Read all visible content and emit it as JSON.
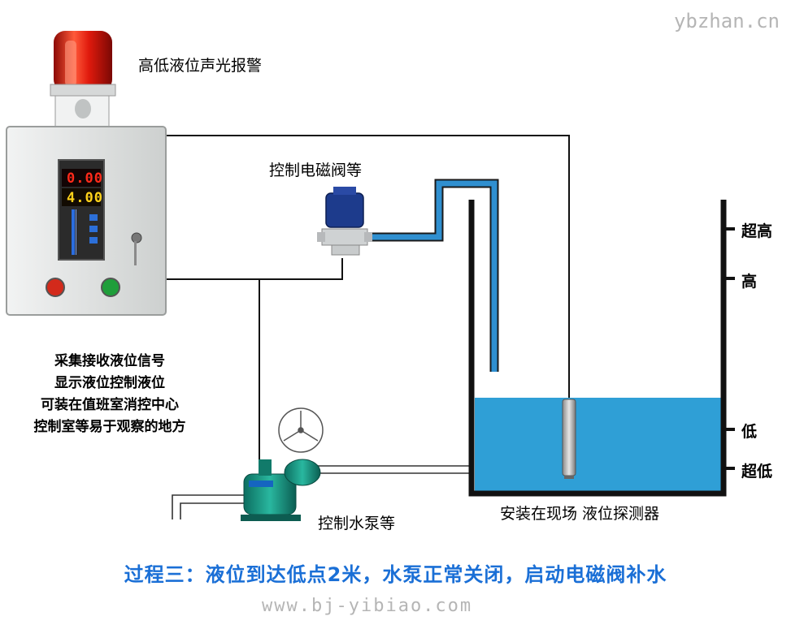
{
  "watermark_top": "ybzhan.cn",
  "watermark_bottom": "www.bj-yibiao.com",
  "labels": {
    "alarm": "高低液位声光报警",
    "valve": "控制电磁阀等",
    "pump": "控制水泵等",
    "sensor": "安装在现场 液位探测器"
  },
  "levels": {
    "super_high": "超高",
    "high": "高",
    "low": "低",
    "super_low": "超低"
  },
  "display": {
    "line1": "0.00",
    "line2": "4.00"
  },
  "notes": [
    "采集接收液位信号",
    "显示液位控制液位",
    "可装在值班室消控中心",
    "控制室等易于观察的地方"
  ],
  "caption": "过程三：液位到达低点2米，水泵正常关闭，启动电磁阀补水",
  "colors": {
    "water": "#2f9fd6",
    "pipe": "#2f8fd0",
    "caption": "#1a6fd6",
    "alarm": "#d51c0c",
    "cabinet": "#e2e4e3",
    "display_red": "#ff2a1a",
    "display_yellow": "#ffd21a",
    "pump": "#1b9a86"
  }
}
